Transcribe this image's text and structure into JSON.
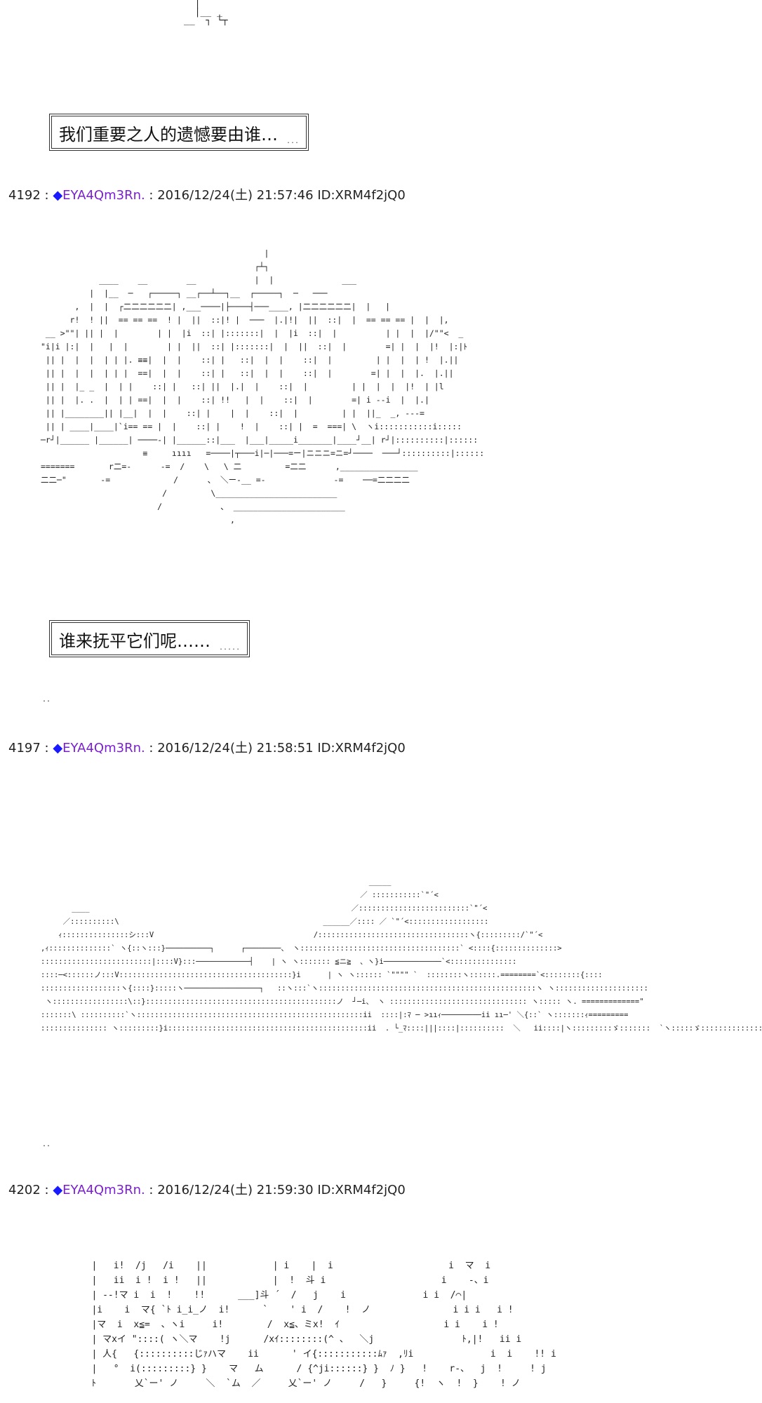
{
  "top_fragment": "  |\n  |__ _\n__  ┐ └┬",
  "bubble1": {
    "text": "我们重要之人的遗憾要由谁…",
    "tail": "..."
  },
  "posts": [
    {
      "number": "4192",
      "diamond": "◆",
      "tripcode": "EYA4Qm3Rn.",
      "datetime": "2016/12/24(土) 21:57:46",
      "id": "ID:XRM4f2jQ0"
    },
    {
      "number": "4197",
      "diamond": "◆",
      "tripcode": "EYA4Qm3Rn.",
      "datetime": "2016/12/24(土) 21:58:51",
      "id": "ID:XRM4f2jQ0"
    },
    {
      "number": "4202",
      "diamond": "◆",
      "tripcode": "EYA4Qm3Rn.",
      "datetime": "2016/12/24(土) 21:59:30",
      "id": "ID:XRM4f2jQ0"
    }
  ],
  "art_city": "                                              |\n                                            ┌┴┐\n            ____    __        __            |  |              ___\n          |  |__  ─   ┌─────┐ __┌──┴──┐__  ┌─────┐  ─   ───\n       ,  |  |  ┌二二二二二二| ,___────|├────┤───____, |二二二二二二|  |   |\n      r!  ! ||  == == ==  ! |  ||  ::|! |  ───  |.|!|  ||  ::|  |  == == == |  |  |,\n __ >\"\"| || |  |        | |  |i  ::| |:::::::|  |  |i  ::|  |          | |  |  |/\"\"<  _\n\"i|i |:|  |   |  |        | |  ||  ::| |:::::::|  |  ||  ::|  |        =| |  |  |!  |:|ﾄ\n || |  |  |  | | |. ≡≡|  |  |    ::| |   ::|  |  |    ::|  |         | |  |  | !  |.||\n || |  |  |  | | |  ==|  |  |    ::| |   ::|  |  |    ::|  |        =| |  |  |.  |.||\n || |  |_ _  |  | |    ::| |   ::| ||  |.|  |    ::|  |         | |  |  |  |!  | |l\n || |  |. .  |  | | ==|  |  |    ::| !!   |  |    ::|  |        =| i --i  |  |.|\n || |________|| |__|  |  |    ::| |    |  |    ::|  |         | |  ||_  _, ---=\n || | ____|____|`i== == |  |    ::| |    !  |    ::| |  =  ===| \\  ヽi:::::::::::i:::::\n─r┘|______ |______| ────-| |______::|___  |___|_____i_______|____┘__| r┘|::::::::::|::::::\n                     ≡     ıııı   =────|┬───i|─|───=ー|ニニニ=ニ=┘────  ───┘::::::::::|::::::\n=======       r二=-      -=  /    \\   \\ 二         =二二      ,________________\n二二─\"       -=             /      、 ＼ー-__ =-              -=    ──=二二二二\n                         /         \\_________________________\n                        /            、 _______________________\n                                       ,",
  "bubble2": {
    "text": "谁来抚平它们呢……",
    "tail": "....."
  },
  "dots1": "..",
  "art_ruins": "                                                                          _____ \n                                                                        ／ :::::::::::`\"´<\n       ____                                                           ／:::::::::::::::::::::::::`\"´<\n     ／::::::::::\\                                              ______／:::: ／ `\"´<::::::::::::::::::\n    ｨ:::::::::::::::シ:::V                                    /::::::::::::::::::::::::::::::::::ヽ{:::::::::/`\"´<\n,ｨ::::::::::::::` ヽ{::ヽ:::}──────────┐      ┌────────、 ヽ::::::::::::::::::::::::::::::::::::` <::::{::::::::::::::>\n:::::::::::::::::::::::::|::::V}:::────────────┤    | ヽ ヽ::::::: ≦ニ≧  、ヽ}i─────────────`<:::::::::::::::\n::::─<::::::ノ:::V:::::::::::::::::::::::::::::::::::::::}i      | ヽ ヽ:::::: `\"\"\"\" `  ::::::::ヽ::::::.========`<::::::::{::::\n::::::::::::::::::ヽ{::::}:::::ヽ─────────────────┐   ::ヽ:::`ヽ:::::::::::::::::::::::::::::::::::::::::::::::::ヽ ヽ:::::::::::::::::::::\n ヽ:::::::::::::::::\\::}:::::::::::::::::::::::::::::::::::::::::::ノ  ┘─i、 ヽ ::::::::::::::::::::::::::::::: ヽ::::: ヽ. =============\"\n:::::::\\ ::::::::::`ヽ:::::::::::::::::::::::::::::::::::::::::::::::::::ii  ::::|:ﾏ ─ >ııｨ─────────ii ıı─' ＼{::` ヽ:::::::ｨ=========\n::::::::::::::: ヽ:::::::::}i:::::::::::::::::::::::::::::::::::::::::::::ii  . └_ﾏ::::|||::::|::::::::::  ＼   ii::::|ヽ:::::::::ゞ:::::::  `ヽ:::::ゞ:::::::::::::::",
  "dots2": "..",
  "art_people": "         |   i!  /j   /i    ||            | i    |  i                     i  マ  i\n         |   ii  i !  i !   ||            |  !  斗 i                     i    -、i\n         | --!マ i  i  !    !!      ___]斗 ´  /   j    i              i i  /⌒|\n         |i    i  マ{ `ﾄ i_i_ノ  i!      `    ' i  /    !  ノ               i i i   i !\n         |マ  i  x≦=  、ヽi     i!        /  x≦、ミx!  ｲ                   i i    i !\n         | マxイ \"::::( ヽ＼マ    !j      /xｲ::::::::(^ 、  ＼j                ﾄ,|!   ii i\n         | 人{   {::::::::::じｧハマ    ii      ' イ{:::::::::::ﾑｧ  ,ﾘi              i  i    !! i\n         |   °  i(:::::::::} }    マ   ム      / {^ji::::::} }  ﾉ }   !    r‐、  j  !     ! j\n         ﾄ       乂`ー' ノ     ＼  `ム  ／     乂`ー' ノ     /   }     {!  ヽ  !  }    ! ノ"
}
